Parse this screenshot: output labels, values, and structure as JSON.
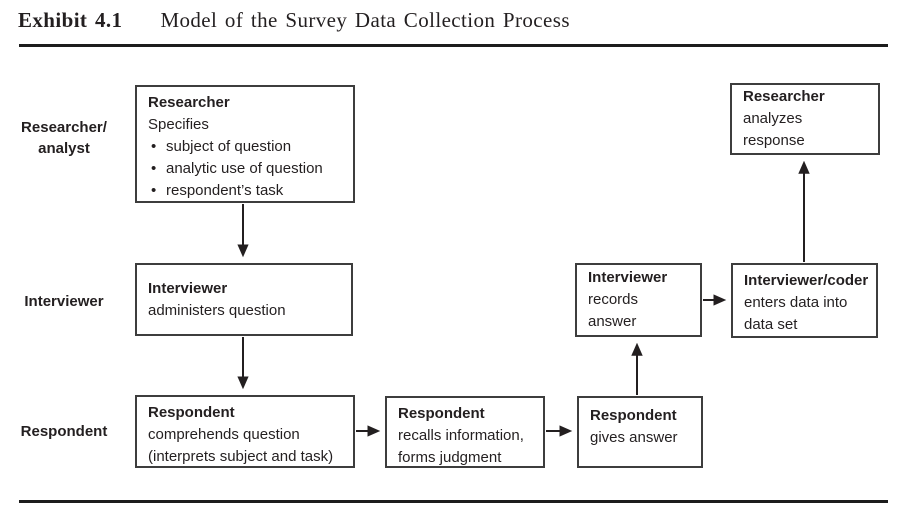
{
  "header": {
    "exhibit_label": "Exhibit 4.1",
    "title_text": "Model of the Survey Data Collection Process"
  },
  "row_labels": {
    "researcher_analyst": {
      "line1": "Researcher/",
      "line2": "analyst"
    },
    "interviewer": "Interviewer",
    "respondent": "Respondent"
  },
  "boxes": {
    "researcher_specifies": {
      "title": "Researcher",
      "subtitle": "Specifies",
      "bullets": [
        "subject of question",
        "analytic use of question",
        "respondent’s task"
      ]
    },
    "interviewer_administers": {
      "title": "Interviewer",
      "lines": [
        "administers question"
      ]
    },
    "respondent_comprehends": {
      "title": "Respondent",
      "lines": [
        "comprehends question",
        "(interprets subject and task)"
      ]
    },
    "respondent_recalls": {
      "title": "Respondent",
      "lines": [
        "recalls information,",
        "forms judgment"
      ]
    },
    "respondent_gives": {
      "title": "Respondent",
      "lines": [
        "gives answer"
      ]
    },
    "interviewer_records": {
      "title": "Interviewer",
      "lines": [
        "records answer"
      ]
    },
    "interviewer_coder": {
      "title": "Interviewer/coder",
      "lines": [
        "enters data into",
        "data set"
      ]
    },
    "researcher_analyzes": {
      "title": "Researcher",
      "lines": [
        "analyzes response"
      ]
    }
  },
  "colors": {
    "text": "#231f20",
    "box_border": "#3d3d3d",
    "rule": "#1c1c1c",
    "arrow": "#231f20",
    "background": "#ffffff"
  }
}
